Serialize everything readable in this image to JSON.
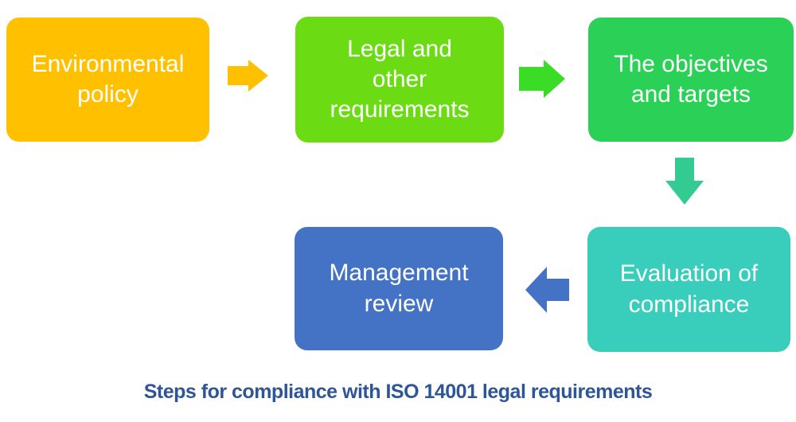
{
  "diagram": {
    "caption": {
      "text": "Steps for compliance with ISO 14001 legal requirements",
      "color": "#2E5597"
    },
    "background": "#FFFFFF",
    "text_color": "#FFFFFF",
    "steps": [
      {
        "id": "environmental-policy",
        "label": "Environmental policy",
        "color": "#FFC000"
      },
      {
        "id": "legal-and-other-requirements",
        "label": "Legal and other requirements",
        "color": "#6BDC13"
      },
      {
        "id": "objectives-and-targets",
        "label": "The objectives and targets",
        "color": "#2BD156"
      },
      {
        "id": "evaluation-of-compliance",
        "label": "Evaluation of compliance",
        "color": "#38CEBB"
      },
      {
        "id": "management-review",
        "label": "Management review",
        "color": "#4472C4"
      }
    ],
    "arrows": [
      {
        "from": "Environmental policy",
        "to": "Legal and other requirements",
        "direction": "right",
        "color": "#FFC000"
      },
      {
        "from": "Legal and other requirements",
        "to": "The objectives and targets",
        "direction": "right",
        "color": "#3ADC25"
      },
      {
        "from": "The objectives and targets",
        "to": "Evaluation of compliance",
        "direction": "down",
        "color": "#34CB92"
      },
      {
        "from": "Evaluation of compliance",
        "to": "Management review",
        "direction": "left",
        "color": "#4472C4"
      }
    ]
  }
}
